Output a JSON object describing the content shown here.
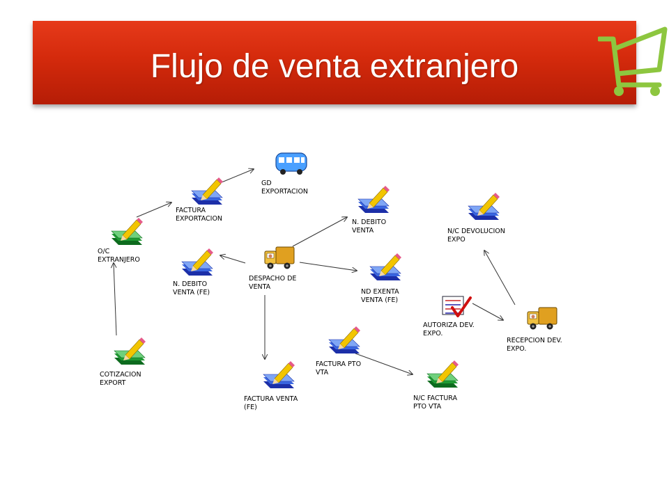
{
  "header": {
    "title": "Flujo de venta extranjero"
  },
  "colors": {
    "banner": "#d42a0c",
    "accent_green": "#8dc63f"
  },
  "icons": {
    "cart": "shopping-cart-icon"
  },
  "nodes": [
    {
      "id": "gd_exportacion",
      "icon": "bus-icon",
      "lines": [
        "GD",
        "EXPORTACION"
      ]
    },
    {
      "id": "factura_exportacion",
      "icon": "document-pencil-blue-icon",
      "lines": [
        "FACTURA",
        "EXPORTACION"
      ]
    },
    {
      "id": "oc_extranjero",
      "icon": "document-pencil-green-icon",
      "lines": [
        "O/C",
        "EXTRANJERO"
      ]
    },
    {
      "id": "cotizacion_export",
      "icon": "document-pencil-green-icon",
      "lines": [
        "COTIZACION",
        "EXPORT"
      ]
    },
    {
      "id": "n_debito_venta_fe",
      "icon": "document-pencil-blue-icon",
      "lines": [
        "N. DEBITO",
        "VENTA (FE)"
      ]
    },
    {
      "id": "despacho_de_venta",
      "icon": "truck-icon",
      "lines": [
        "DESPACHO DE",
        "VENTA"
      ]
    },
    {
      "id": "n_debito_venta",
      "icon": "document-pencil-blue-icon",
      "lines": [
        "N. DEBITO",
        "VENTA"
      ]
    },
    {
      "id": "nd_exenta_venta_fe",
      "icon": "document-pencil-blue-icon",
      "lines": [
        "ND EXENTA",
        "VENTA (FE)"
      ]
    },
    {
      "id": "factura_venta_fe",
      "icon": "document-pencil-blue-icon",
      "lines": [
        "FACTURA VENTA",
        "(FE)"
      ]
    },
    {
      "id": "factura_pto_vta",
      "icon": "document-pencil-blue-icon",
      "lines": [
        "FACTURA PTO",
        "VTA"
      ]
    },
    {
      "id": "nc_factura_pto_vta",
      "icon": "document-pencil-green-icon",
      "lines": [
        "N/C FACTURA",
        "PTO VTA"
      ]
    },
    {
      "id": "nc_devolucion_expo",
      "icon": "document-pencil-blue-icon",
      "lines": [
        "N/C DEVOLUCION",
        "EXPO"
      ]
    },
    {
      "id": "autoriza_dev_expo",
      "icon": "checklist-icon",
      "lines": [
        "AUTORIZA DEV.",
        "EXPO."
      ]
    },
    {
      "id": "recepcion_dev_expo",
      "icon": "truck-icon",
      "lines": [
        "RECEPCION DEV.",
        "EXPO."
      ]
    }
  ],
  "edges": [
    {
      "from": "cotizacion_export",
      "to": "oc_extranjero"
    },
    {
      "from": "oc_extranjero",
      "to": "factura_exportacion"
    },
    {
      "from": "factura_exportacion",
      "to": "gd_exportacion"
    },
    {
      "from": "despacho_de_venta",
      "to": "n_debito_venta_fe"
    },
    {
      "from": "despacho_de_venta",
      "to": "n_debito_venta"
    },
    {
      "from": "despacho_de_venta",
      "to": "nd_exenta_venta_fe"
    },
    {
      "from": "despacho_de_venta",
      "to": "factura_venta_fe"
    },
    {
      "from": "factura_pto_vta",
      "to": "nc_factura_pto_vta"
    },
    {
      "from": "autoriza_dev_expo",
      "to": "recepcion_dev_expo"
    },
    {
      "from": "recepcion_dev_expo",
      "to": "nc_devolucion_expo"
    }
  ]
}
